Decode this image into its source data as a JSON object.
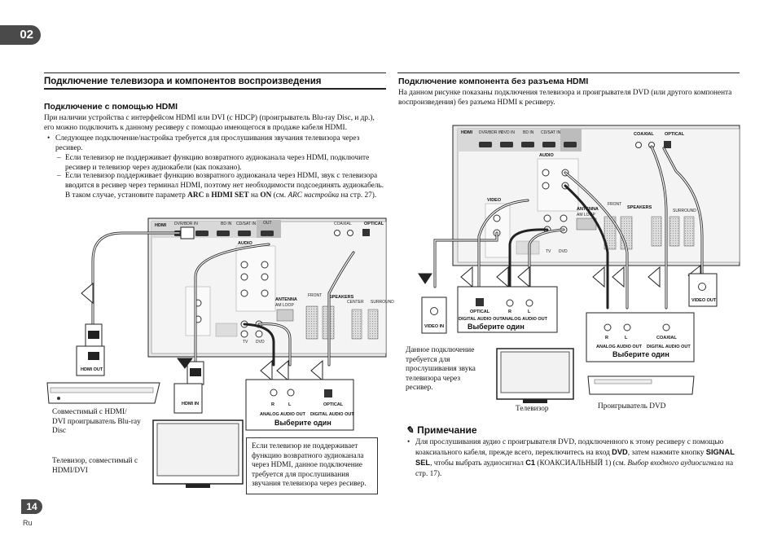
{
  "chapter": "02",
  "page_number": "14",
  "language": "Ru",
  "left": {
    "title": "Подключение телевизора и компонентов воспроизведения",
    "subtitle": "Подключение с помощью HDMI",
    "intro": "При наличии устройства с интерфейсом HDMI или DVI (с HDCP) (проигрыватель Blu-ray Disc, и др.), его можно подключить к данному ресиверу с помощью имеющегося в продаже кабеля HDMI.",
    "bullet": "Следующее подключение/настройка требуется для прослушивания звучания телевизора через ресивер.",
    "dash1": "Если телевизор не поддерживает функцию возвратного аудиоканала через HDMI, подключите ресивер и телевизор через аудиокабели (как показано).",
    "dash2_a": "Если телевизор поддерживает функцию возвратного аудиоканала через HDMI, звук с телевизора вводится в ресивер через терминал HDMI, поэтому нет необходимости подсоединять аудиокабель. В таком случае, установите параметр ",
    "dash2_arc": "ARC",
    "dash2_b": " в ",
    "dash2_hdmiset": "HDMI SET",
    "dash2_c": " на ",
    "dash2_on": "ON",
    "dash2_d": " (см. ",
    "dash2_ref": "ARC настройка",
    "dash2_e": " на стр. 27).",
    "caption_bluray": "Совместимый с HDMI/ DVI проигрыватель Blu-ray Disc",
    "caption_tv": "Телевизор, совместимый с HDMI/DVI",
    "callout": "Если телевизор не поддерживает функцию возвратного аудиоканала через HDMI, данное подключение требуется для прослушивания звучания телевизора через ресивер.",
    "select": "Выберите один"
  },
  "right": {
    "subtitle": "Подключение компонента без разъема HDMI",
    "intro": "На данном рисунке показаны подключения телевизора и проигрывателя DVD (или другого компонента воспроизведения) без разъема HDMI к ресиверу.",
    "callout": "Данное подключение требуется для прослушивания звука телевизора через ресивер.",
    "caption_tv": "Телевизор",
    "caption_dvd": "Проигрыватель DVD",
    "select1": "Выберите один",
    "select2": "Выберите один",
    "note_title": "Примечание",
    "note_a": "Для прослушивания аудио с проигрывателя DVD, подключенного к этому ресиверу с помощью коаксиального кабеля, прежде всего, переключитесь на вход ",
    "note_dvd": "DVD",
    "note_b": ", затем нажмите кнопку ",
    "note_signal": "SIGNAL SEL",
    "note_c": ", чтобы выбрать аудиосигнал ",
    "note_c1": "C1",
    "note_d": " (КОАКСИАЛЬНЫЙ 1) (см. ",
    "note_ref": "Выбор входного аудиосигнала",
    "note_e": " на стр. 17)."
  },
  "diagram_labels": {
    "hdmi": "HDMI",
    "dvr_bdr": "DVR/BDR IN",
    "dvd_in": "DVD IN",
    "bd_in": "BD IN",
    "cd_sat": "CD/SAT IN",
    "out": "OUT",
    "coaxial": "COAXIAL",
    "optical": "OPTICAL",
    "audio": "AUDIO",
    "video": "VIDEO",
    "antenna": "ANTENNA",
    "speakers": "SPEAKERS",
    "front": "FRONT",
    "center": "CENTER",
    "surround": "SURROUND",
    "tv": "TV",
    "dvd": "DVD",
    "hdmi_out": "HDMI OUT",
    "hdmi_in": "HDMI IN",
    "video_in": "VIDEO IN",
    "video_out": "VIDEO OUT",
    "r": "R",
    "l": "L",
    "analog_audio_out": "ANALOG AUDIO OUT",
    "digital_audio_out": "DIGITAL AUDIO OUT",
    "am_loop": "AM LOOP"
  }
}
